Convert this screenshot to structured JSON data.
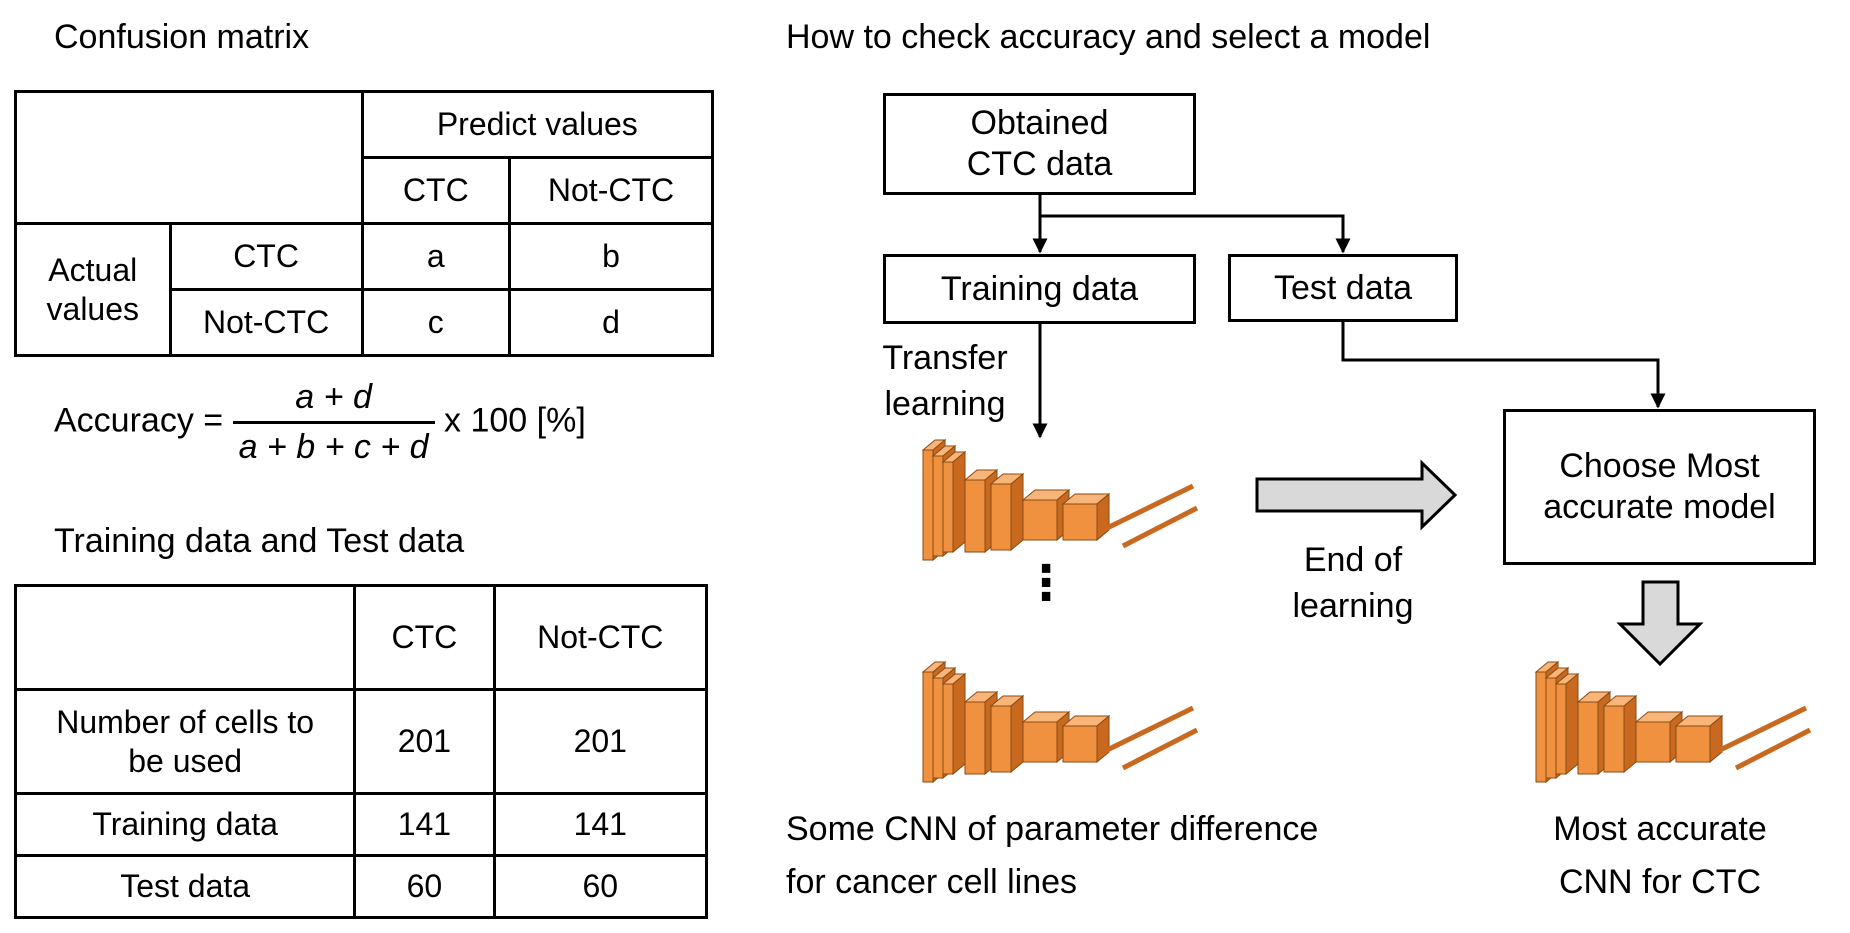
{
  "confusion": {
    "title": "Confusion matrix",
    "predict_header": "Predict values",
    "col_ctc": "CTC",
    "col_not_ctc": "Not-CTC",
    "actual_header": "Actual values",
    "row_ctc": "CTC",
    "row_not_ctc": "Not-CTC",
    "a": "a",
    "b": "b",
    "c": "c",
    "d": "d"
  },
  "formula": {
    "lhs": "Accuracy =",
    "numerator": "a + d",
    "denominator": "a + b + c + d",
    "rhs": "x 100 [%]"
  },
  "split": {
    "title": "Training data and  Test data",
    "col_ctc": "CTC",
    "col_not_ctc": "Not-CTC",
    "rows": [
      {
        "label": "Number of cells to be used",
        "ctc": "201",
        "not_ctc": "201"
      },
      {
        "label": "Training data",
        "ctc": "141",
        "not_ctc": "141"
      },
      {
        "label": "Test data",
        "ctc": "60",
        "not_ctc": "60"
      }
    ]
  },
  "flow": {
    "title": "How to check accuracy and select a model",
    "obtained": "Obtained CTC data",
    "training": "Training data",
    "test": "Test data",
    "transfer": "Transfer learning",
    "end": "End of learning",
    "choose": "Choose Most accurate model",
    "some_cnn": "Some CNN of parameter difference for cancer cell lines",
    "most_cnn": "Most accurate CNN for CTC",
    "ellipsis": "⋮"
  },
  "colors": {
    "layer_front": "#f0913f",
    "layer_top": "#f7b57a",
    "layer_side": "#c8691f",
    "arrow_fill": "#d9d9d9"
  }
}
